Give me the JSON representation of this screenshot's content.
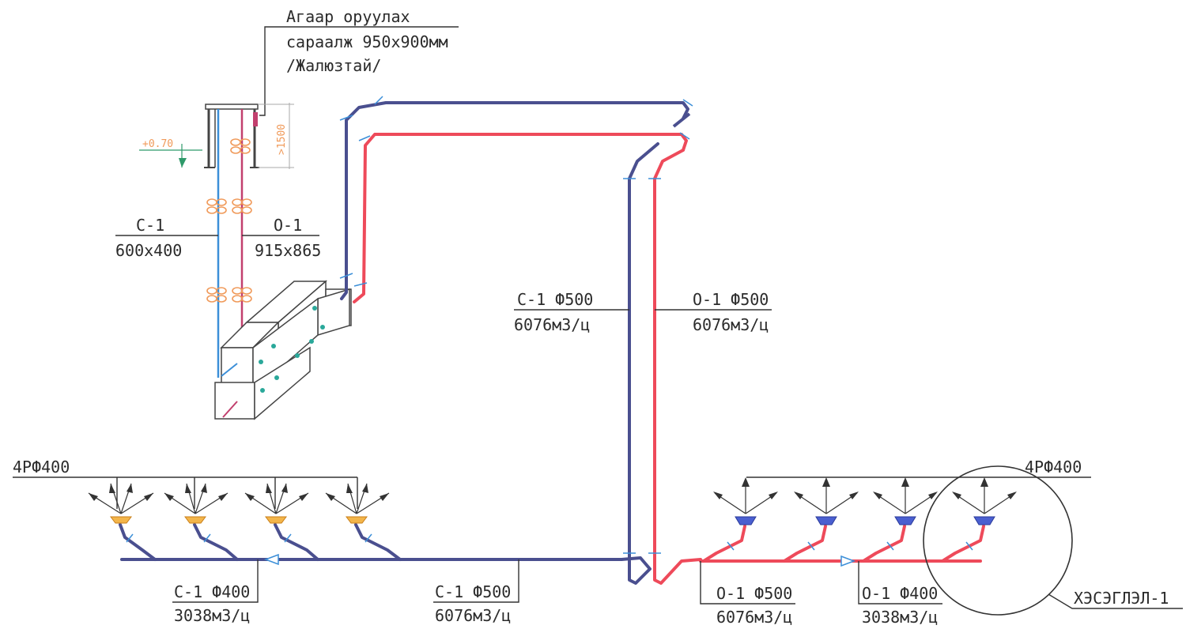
{
  "labels": {
    "intake_line1": "Агаар оруулах",
    "intake_line2": "сараалж 950x900мм",
    "intake_line3": "/Жалюзтай/",
    "elevation": "+0.70",
    "height_dim": ">1500",
    "s1_vertical_top": "С-1",
    "s1_vertical_bottom": "600x400",
    "o1_vertical_top": "О-1",
    "o1_vertical_bottom": "915x865",
    "s1_riser_top": "С-1 Ф500",
    "s1_riser_bottom": "6076м3/ц",
    "o1_riser_top": "О-1 Ф500",
    "o1_riser_bottom": "6076м3/ц",
    "diffuser_left": "4РФ400",
    "diffuser_right": "4РФ400",
    "s1_branch_top": "С-1 Ф400",
    "s1_branch_bottom": "3038м3/ц",
    "s1_main_top": "С-1 Ф500",
    "s1_main_bottom": "6076м3/ц",
    "o1_main_top": "О-1 Ф500",
    "o1_main_bottom": "6076м3/ц",
    "o1_branch_top": "О-1 Ф400",
    "o1_branch_bottom": "3038м3/ц",
    "detail_callout": "ХЭСЭГЛЭЛ-1"
  },
  "colors": {
    "supply_duct": "#4a4f8f",
    "return_duct": "#ee4a5a",
    "insulation": "#f09a5a",
    "diffuser_supply": "#f3b54a",
    "diffuser_return": "#4a5fd0"
  },
  "diagram": {
    "left_diffuser_count": 4,
    "right_diffuser_count": 4
  }
}
